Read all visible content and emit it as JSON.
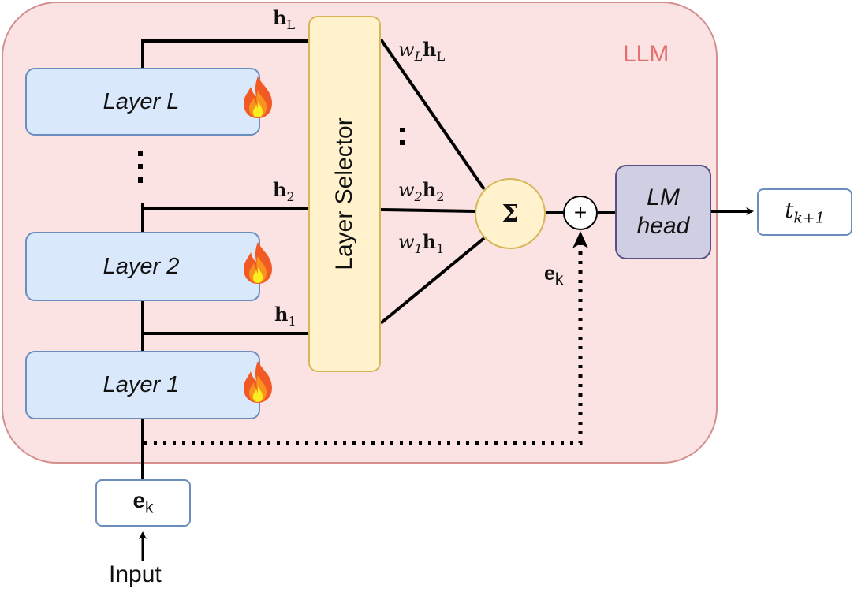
{
  "container": {
    "label": "LLM"
  },
  "layers": [
    {
      "label": "Layer L",
      "icon": "flame-icon"
    },
    {
      "label": "Layer 2",
      "icon": "flame-icon"
    },
    {
      "label": "Layer 1",
      "icon": "flame-icon"
    }
  ],
  "selector": {
    "label": "Layer Selector"
  },
  "hidden_states": {
    "top": {
      "base": "h",
      "sub": "L"
    },
    "mid": {
      "base": "h",
      "sub": "2"
    },
    "bottom": {
      "base": "h",
      "sub": "1"
    }
  },
  "weighted": {
    "top": {
      "w": "w",
      "wsub": "L",
      "h": "h",
      "hsub": "L"
    },
    "mid": {
      "w": "w",
      "wsub": "2",
      "h": "h",
      "hsub": "2"
    },
    "bottom": {
      "w": "w",
      "wsub": "1",
      "h": "h",
      "hsub": "1"
    }
  },
  "sum": {
    "symbol": "Σ"
  },
  "plus": {
    "symbol": "+"
  },
  "lm_head": {
    "line1": "LM",
    "line2": "head"
  },
  "output": {
    "base": "t",
    "sub": "k+1"
  },
  "embedding": {
    "base": "e",
    "sub": "k"
  },
  "input_label": "Input",
  "colors": {
    "llm_fill": "#fbe3e4",
    "llm_border": "#d48f8f",
    "llm_text": "#e46f6f",
    "layer_fill": "#d9e8fb",
    "layer_border": "#6c8ebf",
    "selector_fill": "#fff2cc",
    "selector_border": "#d6b656",
    "head_fill": "#d0cee2",
    "head_border": "#56517e"
  }
}
